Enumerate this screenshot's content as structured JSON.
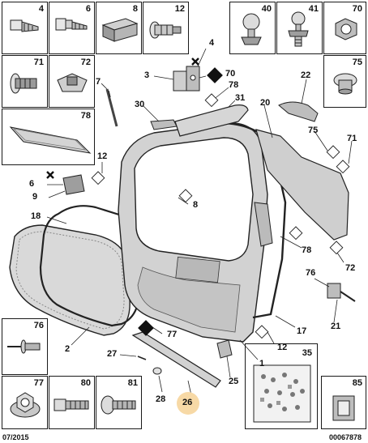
{
  "date_code": "07/2015",
  "ref_code": "00067878",
  "parts": {
    "p4": "4",
    "p6": "6",
    "p8": "8",
    "p12": "12",
    "p40": "40",
    "p41": "41",
    "p70": "70",
    "p71": "71",
    "p72": "72",
    "p75": "75",
    "p78": "78",
    "p76": "76",
    "p77": "77",
    "p80": "80",
    "p81": "81",
    "p35": "35",
    "p85": "85"
  },
  "callouts": {
    "c4": "4",
    "c3": "3",
    "c70": "70",
    "c7": "7",
    "c78a": "78",
    "c22": "22",
    "c30": "30",
    "c31": "31",
    "c20": "20",
    "c75": "75",
    "c71": "71",
    "c12a": "12",
    "c6": "6",
    "c9": "9",
    "c8": "8",
    "c18": "18",
    "c78b": "78",
    "c72": "72",
    "c76": "76",
    "c21": "21",
    "c2": "2",
    "c77": "77",
    "c17": "17",
    "c12b": "12",
    "c27": "27",
    "c1": "1",
    "c25": "25",
    "c28": "28",
    "c26": "26"
  },
  "colors": {
    "highlight": "#f7d9a6",
    "part_fill": "#d9d9d9",
    "part_dark": "#8a8a8a",
    "line": "#1a1a1a"
  },
  "icons": {
    "delete_marker": "cross-icon",
    "legend_marker_black": "black-square-icon",
    "legend_marker_white": "white-square-icon"
  }
}
